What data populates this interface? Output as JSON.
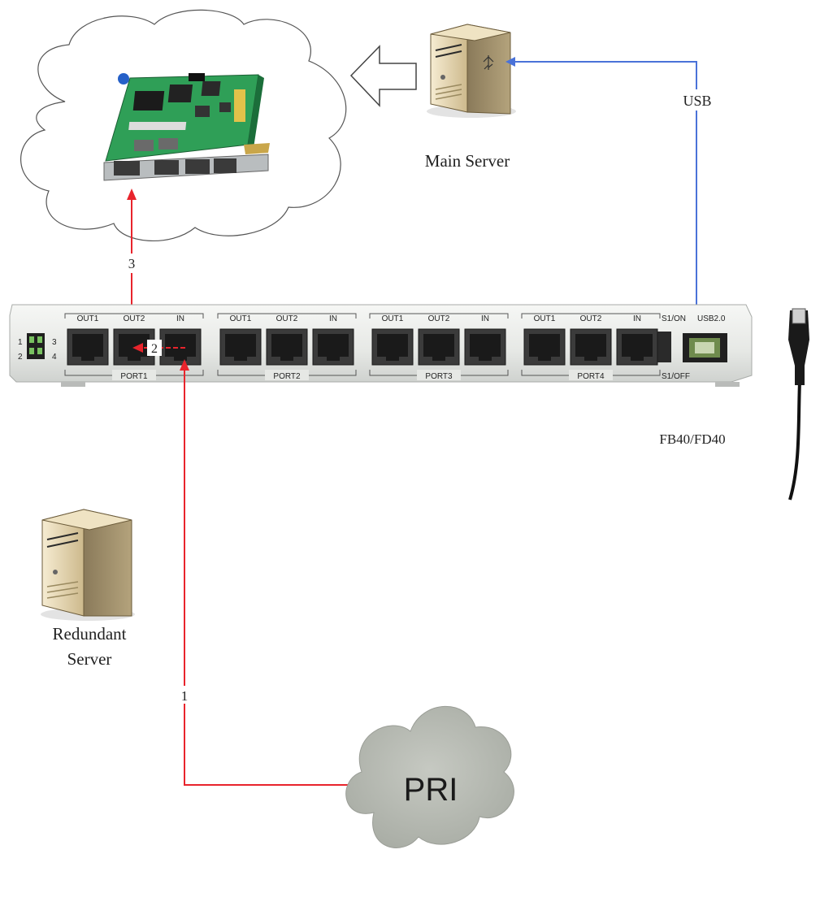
{
  "labels": {
    "main_server": "Main Server",
    "usb": "USB",
    "device_model": "FB40/FD40",
    "redundant_server_line1": "Redundant",
    "redundant_server_line2": "Server",
    "pri": "PRI",
    "step1": "1",
    "step2": "2",
    "step3": "3"
  },
  "device": {
    "led_labels": [
      "1",
      "2",
      "3",
      "4"
    ],
    "ports": [
      {
        "name": "PORT1",
        "jacks": [
          "OUT1",
          "OUT2",
          "IN"
        ]
      },
      {
        "name": "PORT2",
        "jacks": [
          "OUT1",
          "OUT2",
          "IN"
        ]
      },
      {
        "name": "PORT3",
        "jacks": [
          "OUT1",
          "OUT2",
          "IN"
        ]
      },
      {
        "name": "PORT4",
        "jacks": [
          "OUT1",
          "OUT2",
          "IN"
        ]
      }
    ],
    "switch_on": "S1/ON",
    "switch_off": "S1/OFF",
    "usb_port": "USB2.0"
  },
  "colors": {
    "red_line": "#e8242c",
    "blue_line": "#4a72d8",
    "cloud_fill_pri": "#b9bcb4",
    "device_body": "#eef0ee",
    "pcb_green": "#1f9a4a"
  }
}
